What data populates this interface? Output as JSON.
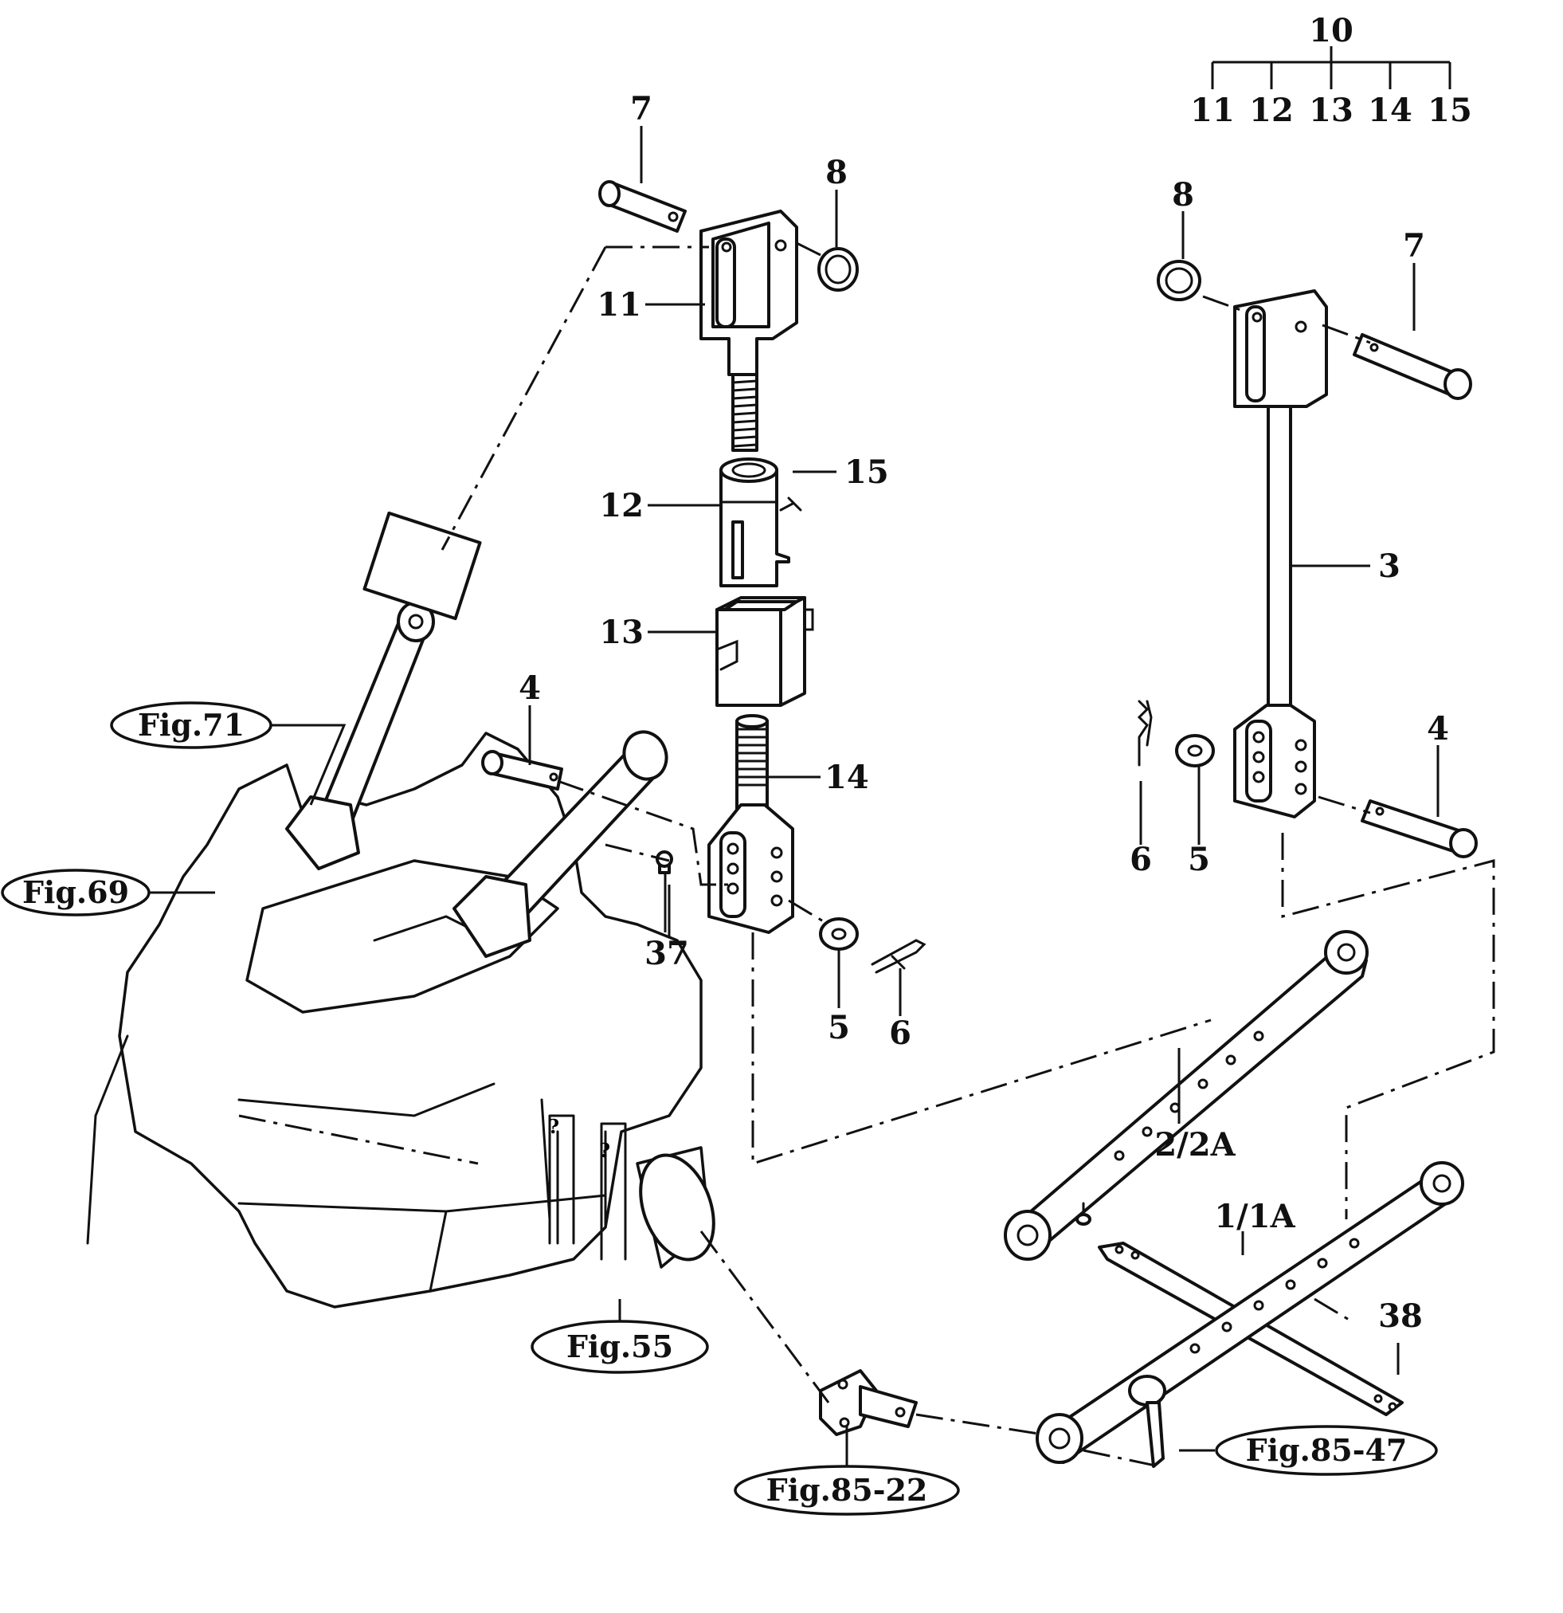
{
  "callouts": {
    "c10": "10",
    "c11a": "11",
    "c12a": "12",
    "c13a": "13",
    "c14a": "14",
    "c15a": "15",
    "c7a": "7",
    "c8a": "8",
    "c11": "11",
    "c15": "15",
    "c12": "12",
    "c13": "13",
    "c4a": "4",
    "c14": "14",
    "c37": "37",
    "c5a": "5",
    "c6a": "6",
    "c8b": "8",
    "c7b": "7",
    "c3": "3",
    "c4b": "4",
    "c6b": "6",
    "c5b": "5",
    "c2": "2/2A",
    "c1": "1/1A",
    "c38": "38"
  },
  "figure_refs": {
    "fig71": "Fig.71",
    "fig69": "Fig.69",
    "fig55": "Fig.55",
    "fig85_22": "Fig.85-22",
    "fig85_47": "Fig.85-47"
  }
}
